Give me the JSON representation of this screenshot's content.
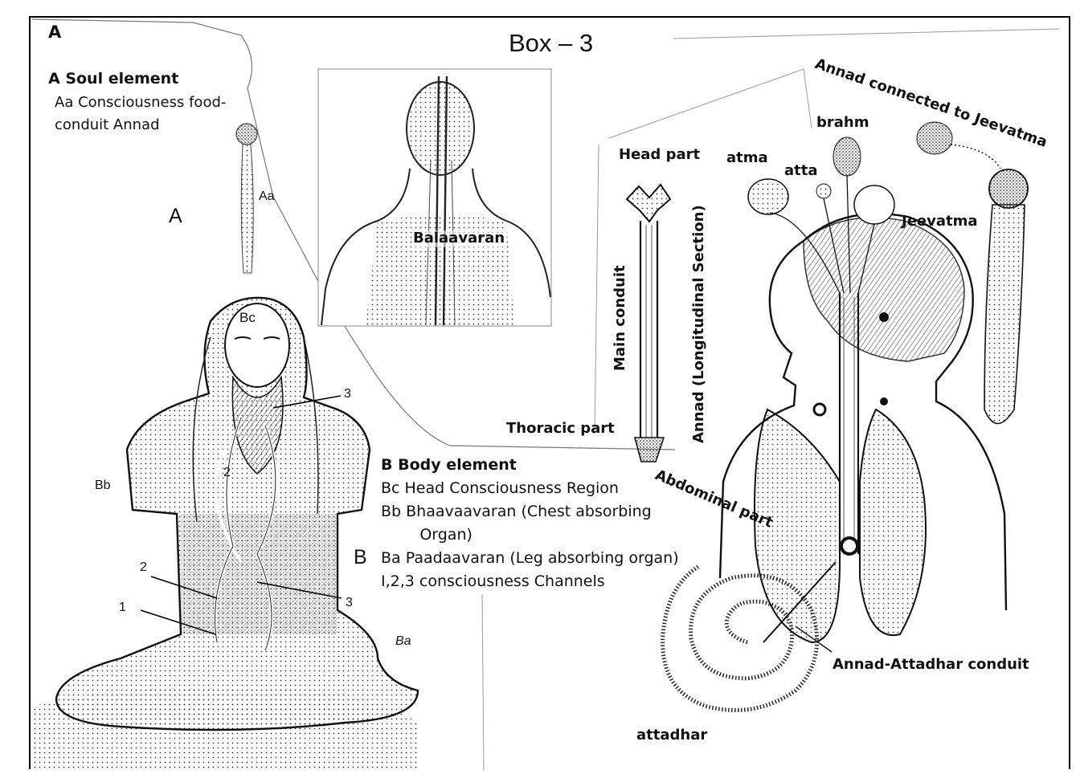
{
  "box_title": "Box – 3",
  "corner_label": "A",
  "panel_a": {
    "heading": "A  Soul element",
    "line1": "Aa Consciousness food-",
    "line2": "conduit  Annad",
    "letter": "A",
    "aa_tag": "Aa"
  },
  "balaavaran_label": "Balaavaran",
  "figure_labels": {
    "bc": "Bc",
    "bb": "Bb",
    "ba": "Ba",
    "n1": "1",
    "n2_upper": "2",
    "n2_lower": "2",
    "n3_upper": "3",
    "n3_lower": "3"
  },
  "panel_b": {
    "letter": "B",
    "heading": "B  Body element",
    "items": [
      "Bc  Head  Consciousness Region",
      "Bb  Bhaavaavaran (Chest absorbing",
      "        Organ)",
      "Ba  Paadaavaran (Leg absorbing organ)",
      "I,2,3 consciousness Channels"
    ]
  },
  "right_panel": {
    "head_part": "Head part",
    "main_conduit": "Main conduit",
    "annad_section": "Annad  (Longitudinal Section)",
    "thoracic_part": "Thoracic part",
    "abdominal_part": "Abdominal part",
    "atma": "atma",
    "atta": "atta",
    "brahm": "brahm",
    "jeevatma": "Jeevatma",
    "annad_connected": "Annad connected to Jeevatma",
    "annad_attadhar": "Annad-Attadhar conduit",
    "attadhar": "attadhar"
  }
}
